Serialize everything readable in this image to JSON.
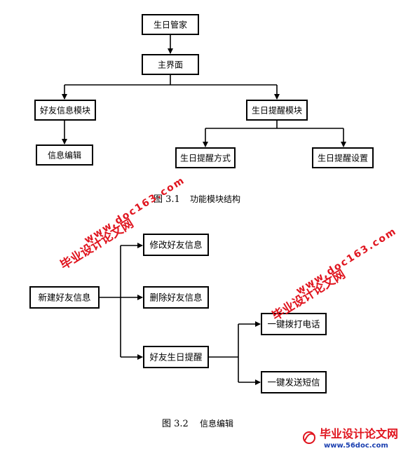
{
  "figure1": {
    "nodes": {
      "root": "生日管家",
      "main": "主界面",
      "friend_module": "好友信息模块",
      "reminder_module": "生日提醒模块",
      "info_edit": "信息编辑",
      "reminder_method": "生日提醒方式",
      "reminder_settings": "生日提醒设置"
    },
    "caption_num": "图 3.1",
    "caption_text": "功能模块结构"
  },
  "figure2": {
    "nodes": {
      "new_friend": "新建好友信息",
      "modify_friend": "修改好友信息",
      "delete_friend": "删除好友信息",
      "birthday_reminder": "好友生日提醒",
      "call": "一键拨打电话",
      "sms": "一键发送短信"
    },
    "caption_num": "图 3.2",
    "caption_text": "信息编辑"
  },
  "watermark": {
    "site_cn": "毕业设计论文网",
    "site_url": "www.doc163.com",
    "footer_cn": "毕业设计论文网",
    "footer_url": "www.56doc.com"
  },
  "colors": {
    "watermark": "#e0141e",
    "footer_url": "#1a3fb0"
  }
}
